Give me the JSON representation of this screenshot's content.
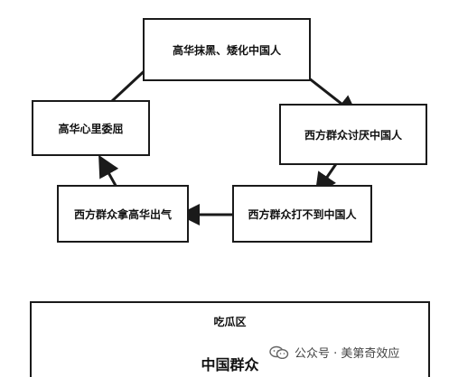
{
  "nodes": {
    "top": "高华抹黑、矮化中国人",
    "right": "西方群众讨厌中国人",
    "bottom_right": "西方群众打不到中国人",
    "bottom_left": "西方群众拿高华出气",
    "left": "高华心里委屈"
  },
  "melon_zone": {
    "title": "吃瓜区",
    "subtitle": "中国群众"
  },
  "watermark": {
    "text": "公众号 · 美第奇效应"
  },
  "colors": {
    "border": "#1a1a1a",
    "text": "#111111",
    "watermark": "#444444"
  }
}
